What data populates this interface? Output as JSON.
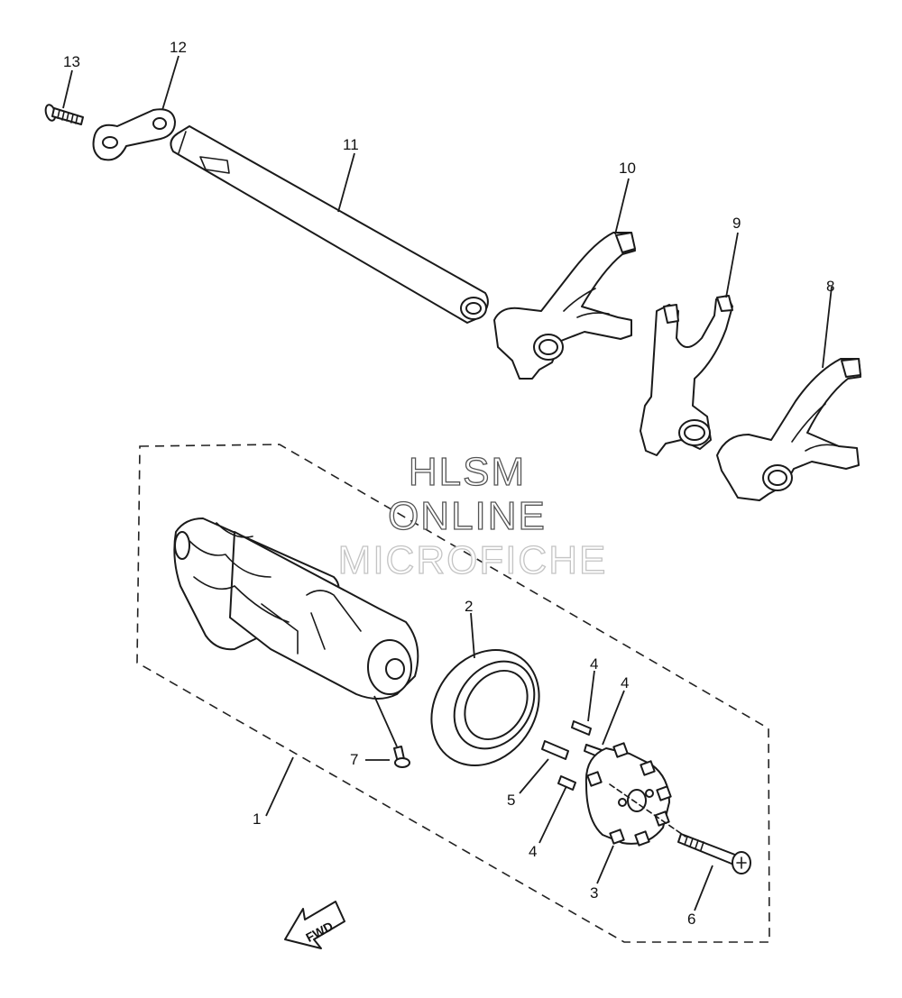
{
  "callouts": {
    "c1": "1",
    "c2": "2",
    "c3": "3",
    "c4a": "4",
    "c4b": "4",
    "c4c": "4",
    "c5": "5",
    "c6": "6",
    "c7": "7",
    "c8": "8",
    "c9": "9",
    "c10": "10",
    "c11": "11",
    "c12": "12",
    "c13": "13"
  },
  "watermark": {
    "line1": "HLSM",
    "line2": "ONLINE",
    "line3": "MICROFICHE"
  },
  "fwd_label": "FWD"
}
